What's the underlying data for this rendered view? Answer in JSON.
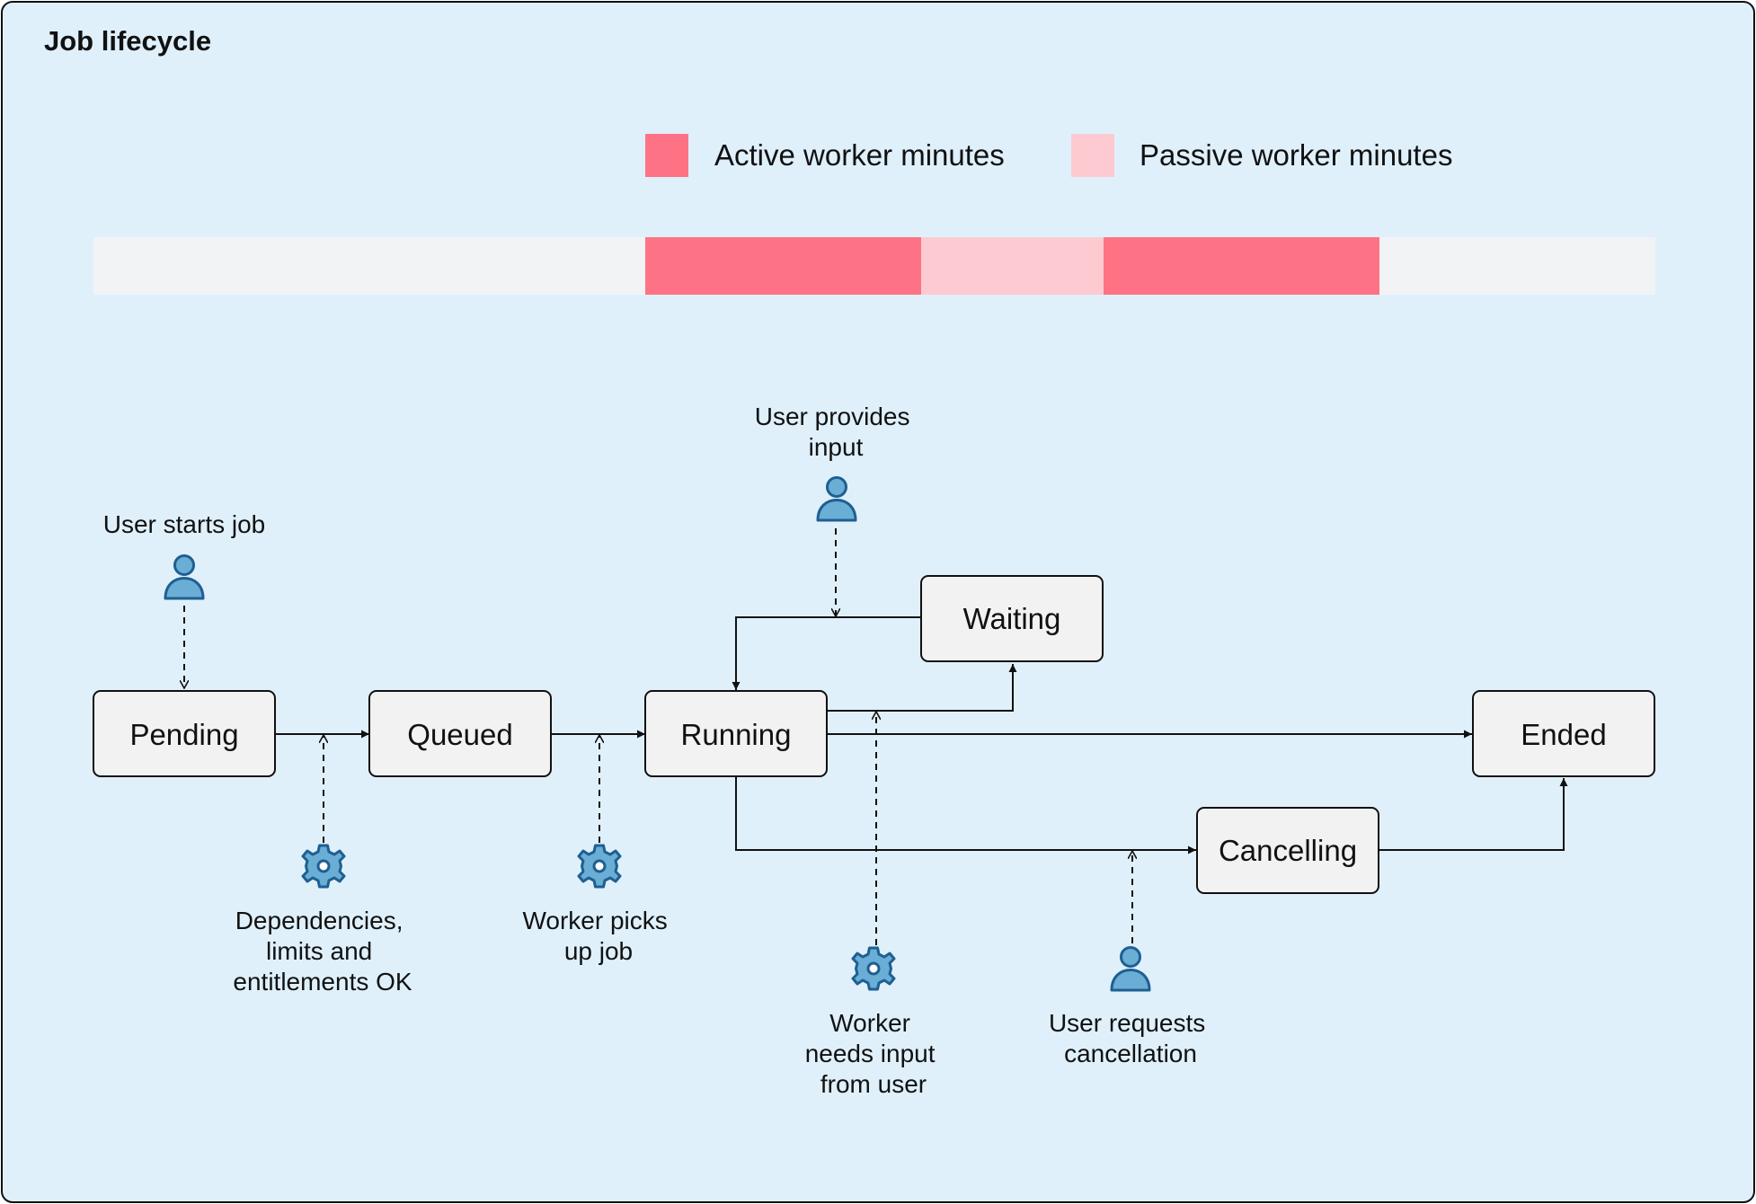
{
  "title": "Job lifecycle",
  "colors": {
    "panel_bg": "#dff0fb",
    "panel_border": "#111111",
    "active": "#fd7385",
    "passive": "#fecad1",
    "idle_track": "#f2f3f5",
    "state_fill": "#f2f2f2",
    "icon_fill": "#6aaed6",
    "icon_stroke": "#1f5f91"
  },
  "legend": {
    "active_label": "Active worker minutes",
    "passive_label": "Passive worker minutes"
  },
  "timeline": {
    "segments": [
      {
        "state": "Pending",
        "kind": "idle"
      },
      {
        "state": "Queued",
        "kind": "idle"
      },
      {
        "state": "Running",
        "kind": "active"
      },
      {
        "state": "Waiting",
        "kind": "passive"
      },
      {
        "state": "Cancelling",
        "kind": "active"
      },
      {
        "state": "Ended",
        "kind": "idle"
      }
    ]
  },
  "states": {
    "pending": "Pending",
    "queued": "Queued",
    "running": "Running",
    "waiting": "Waiting",
    "ended": "Ended",
    "cancelling": "Cancelling"
  },
  "annotations": {
    "user_starts_job": [
      "User starts job"
    ],
    "deps_ok": [
      "Dependencies,",
      "limits and",
      "entitlements OK"
    ],
    "worker_picks_up": [
      "Worker picks",
      "up job"
    ],
    "user_provides_input": [
      "User provides",
      "input"
    ],
    "worker_needs_input": [
      "Worker",
      "needs input",
      "from user"
    ],
    "user_requests_cancellation": [
      "User requests",
      "cancellation"
    ]
  },
  "icons": {
    "user_starts_job": "user-icon",
    "deps_ok": "gear-icon",
    "worker_picks_up": "gear-icon",
    "user_provides_input": "user-icon",
    "worker_needs_input": "gear-icon",
    "user_requests_cancellation": "user-icon"
  }
}
